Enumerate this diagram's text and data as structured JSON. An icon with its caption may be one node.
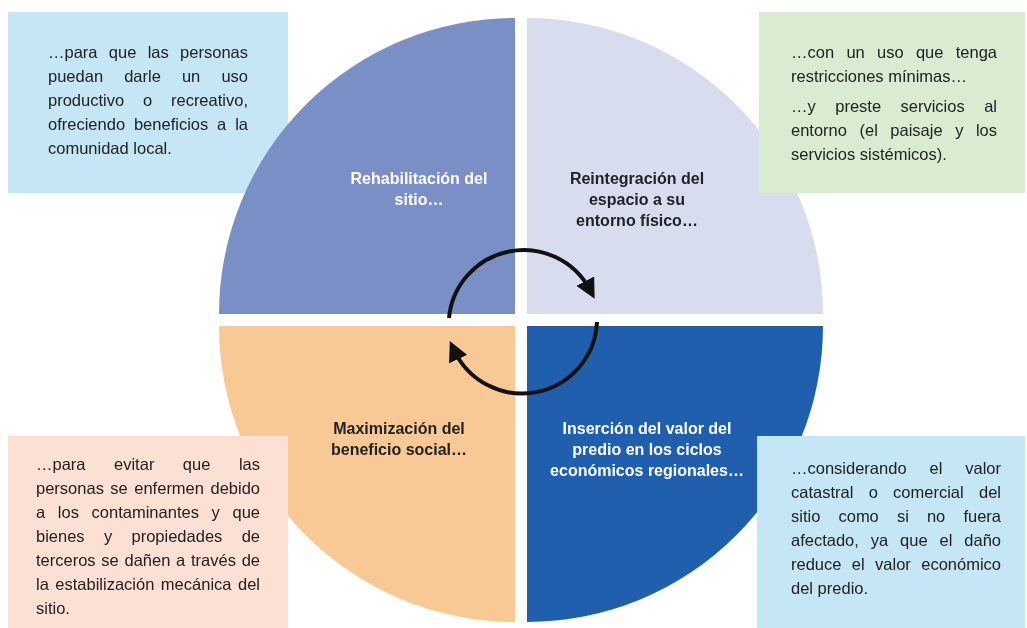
{
  "diagram": {
    "nodes": [
      {
        "text": [
          "…para que las personas puedan darle un uso productivo o recreativo, ofreciendo beneficios a la comunidad local."
        ]
      },
      {
        "text": [
          "Rehabilitación del sitio…"
        ]
      },
      {
        "text": [
          "Reintegración del espacio a su entorno físico…"
        ]
      },
      {
        "text": [
          "…con un uso que tenga restricciones mínimas…",
          "…y preste servicios al entorno (el paisaje y los servicios sistémicos)."
        ]
      },
      {
        "text": [
          "Maximización del beneficio social…"
        ]
      },
      {
        "text": [
          "Inserción del valor del predio en los ciclos económicos regionales…"
        ]
      },
      {
        "text": [
          "…para evitar que las personas se enfermen debido a los contaminantes y que bienes y propiedades de terceros se dañen a través de la estabilización mecánica del sitio."
        ]
      },
      {
        "text": [
          "…considerando el valor catastral o comercial del sitio como si no fuera afectado, ya que el daño reduce el valor económico del predio."
        ]
      }
    ],
    "edges": [
      {
        "from": 1,
        "to": 2,
        "arrow": "to"
      },
      {
        "from": 5,
        "to": 4,
        "arrow": "to"
      }
    ]
  }
}
